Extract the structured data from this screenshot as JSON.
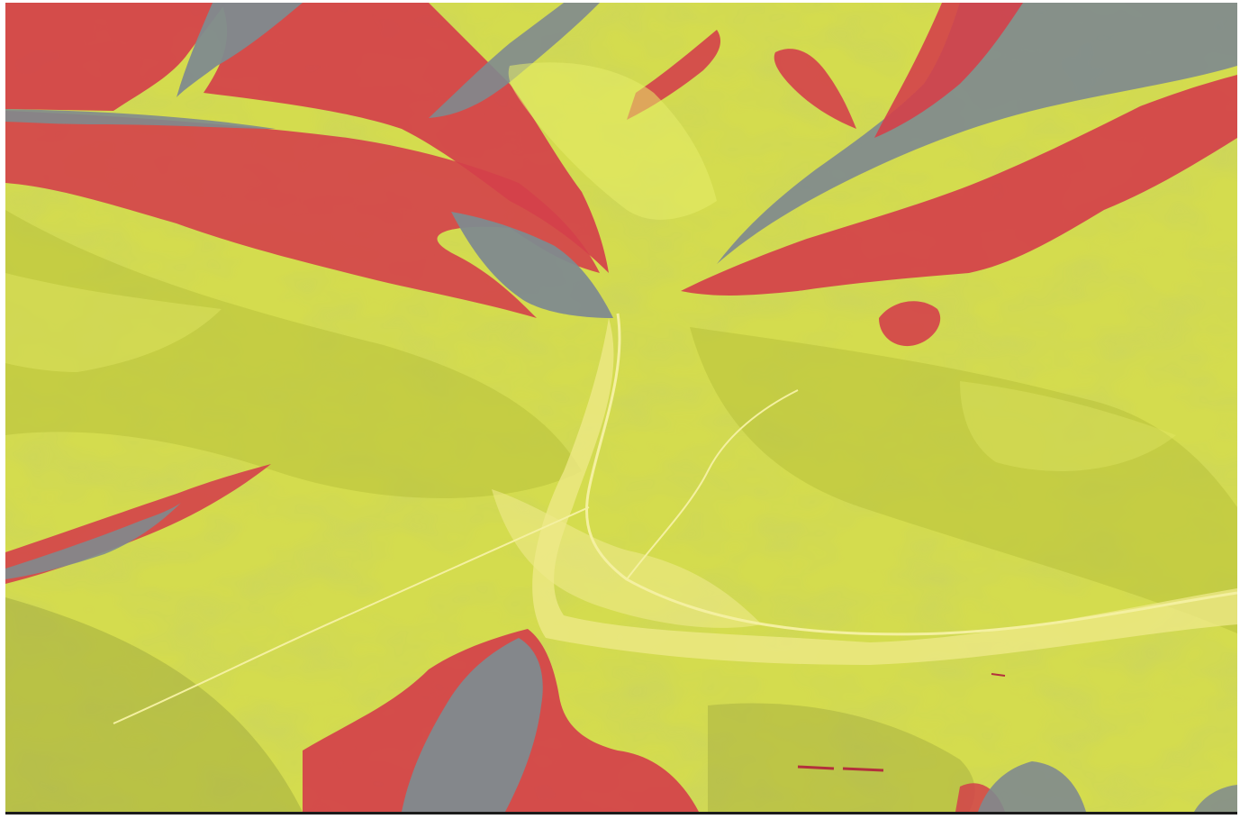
{
  "map": {
    "view": "oblique-3d-terrain",
    "base": "aerial-imagery",
    "palette": {
      "lowland": "#d4dc4e",
      "lowland_light": "#e6ec6a",
      "slope_mid": "#b8c13a",
      "slope_dark": "#9aa23c",
      "steep": "#d4404a",
      "steep_dark": "#b3303c",
      "rock": "#7f8a8e",
      "rock_dark": "#65727a",
      "settlement": "#efe98a",
      "roads": "#f4f0a0"
    },
    "classes": [
      {
        "name": "yellow",
        "color": "#d4dc4e"
      },
      {
        "name": "red",
        "color": "#d4404a"
      },
      {
        "name": "grey",
        "color": "#7f8a8e"
      }
    ]
  }
}
